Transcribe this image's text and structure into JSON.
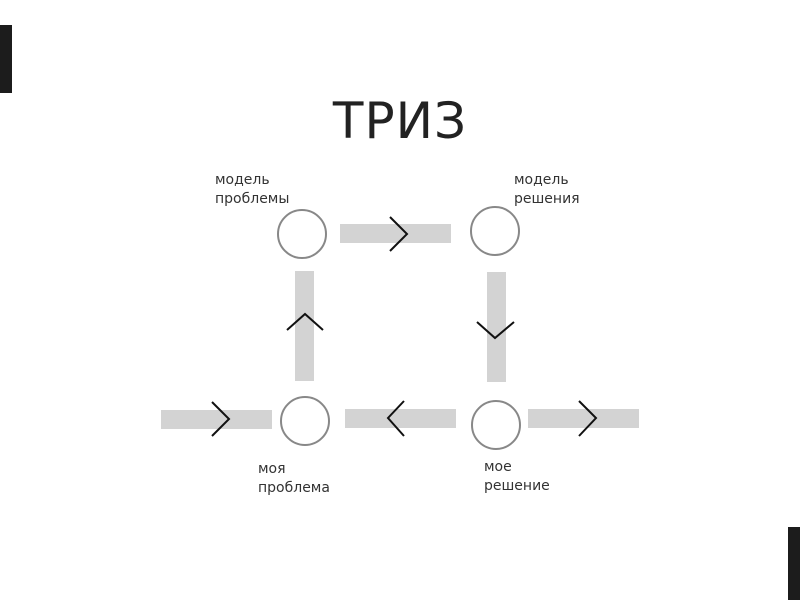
{
  "title": "ТРИЗ",
  "nodes": {
    "problem_model": {
      "label": "модель\nпроблемы"
    },
    "solution_model": {
      "label": "модель\nрешения"
    },
    "my_problem": {
      "label": "моя\nпроблема"
    },
    "my_solution": {
      "label": "мое\nрешение"
    }
  },
  "colors": {
    "arrow_fill": "#d3d3d3",
    "chevron": "#111111",
    "node_stroke": "#888888",
    "edge_bar": "#1c1c1c"
  }
}
